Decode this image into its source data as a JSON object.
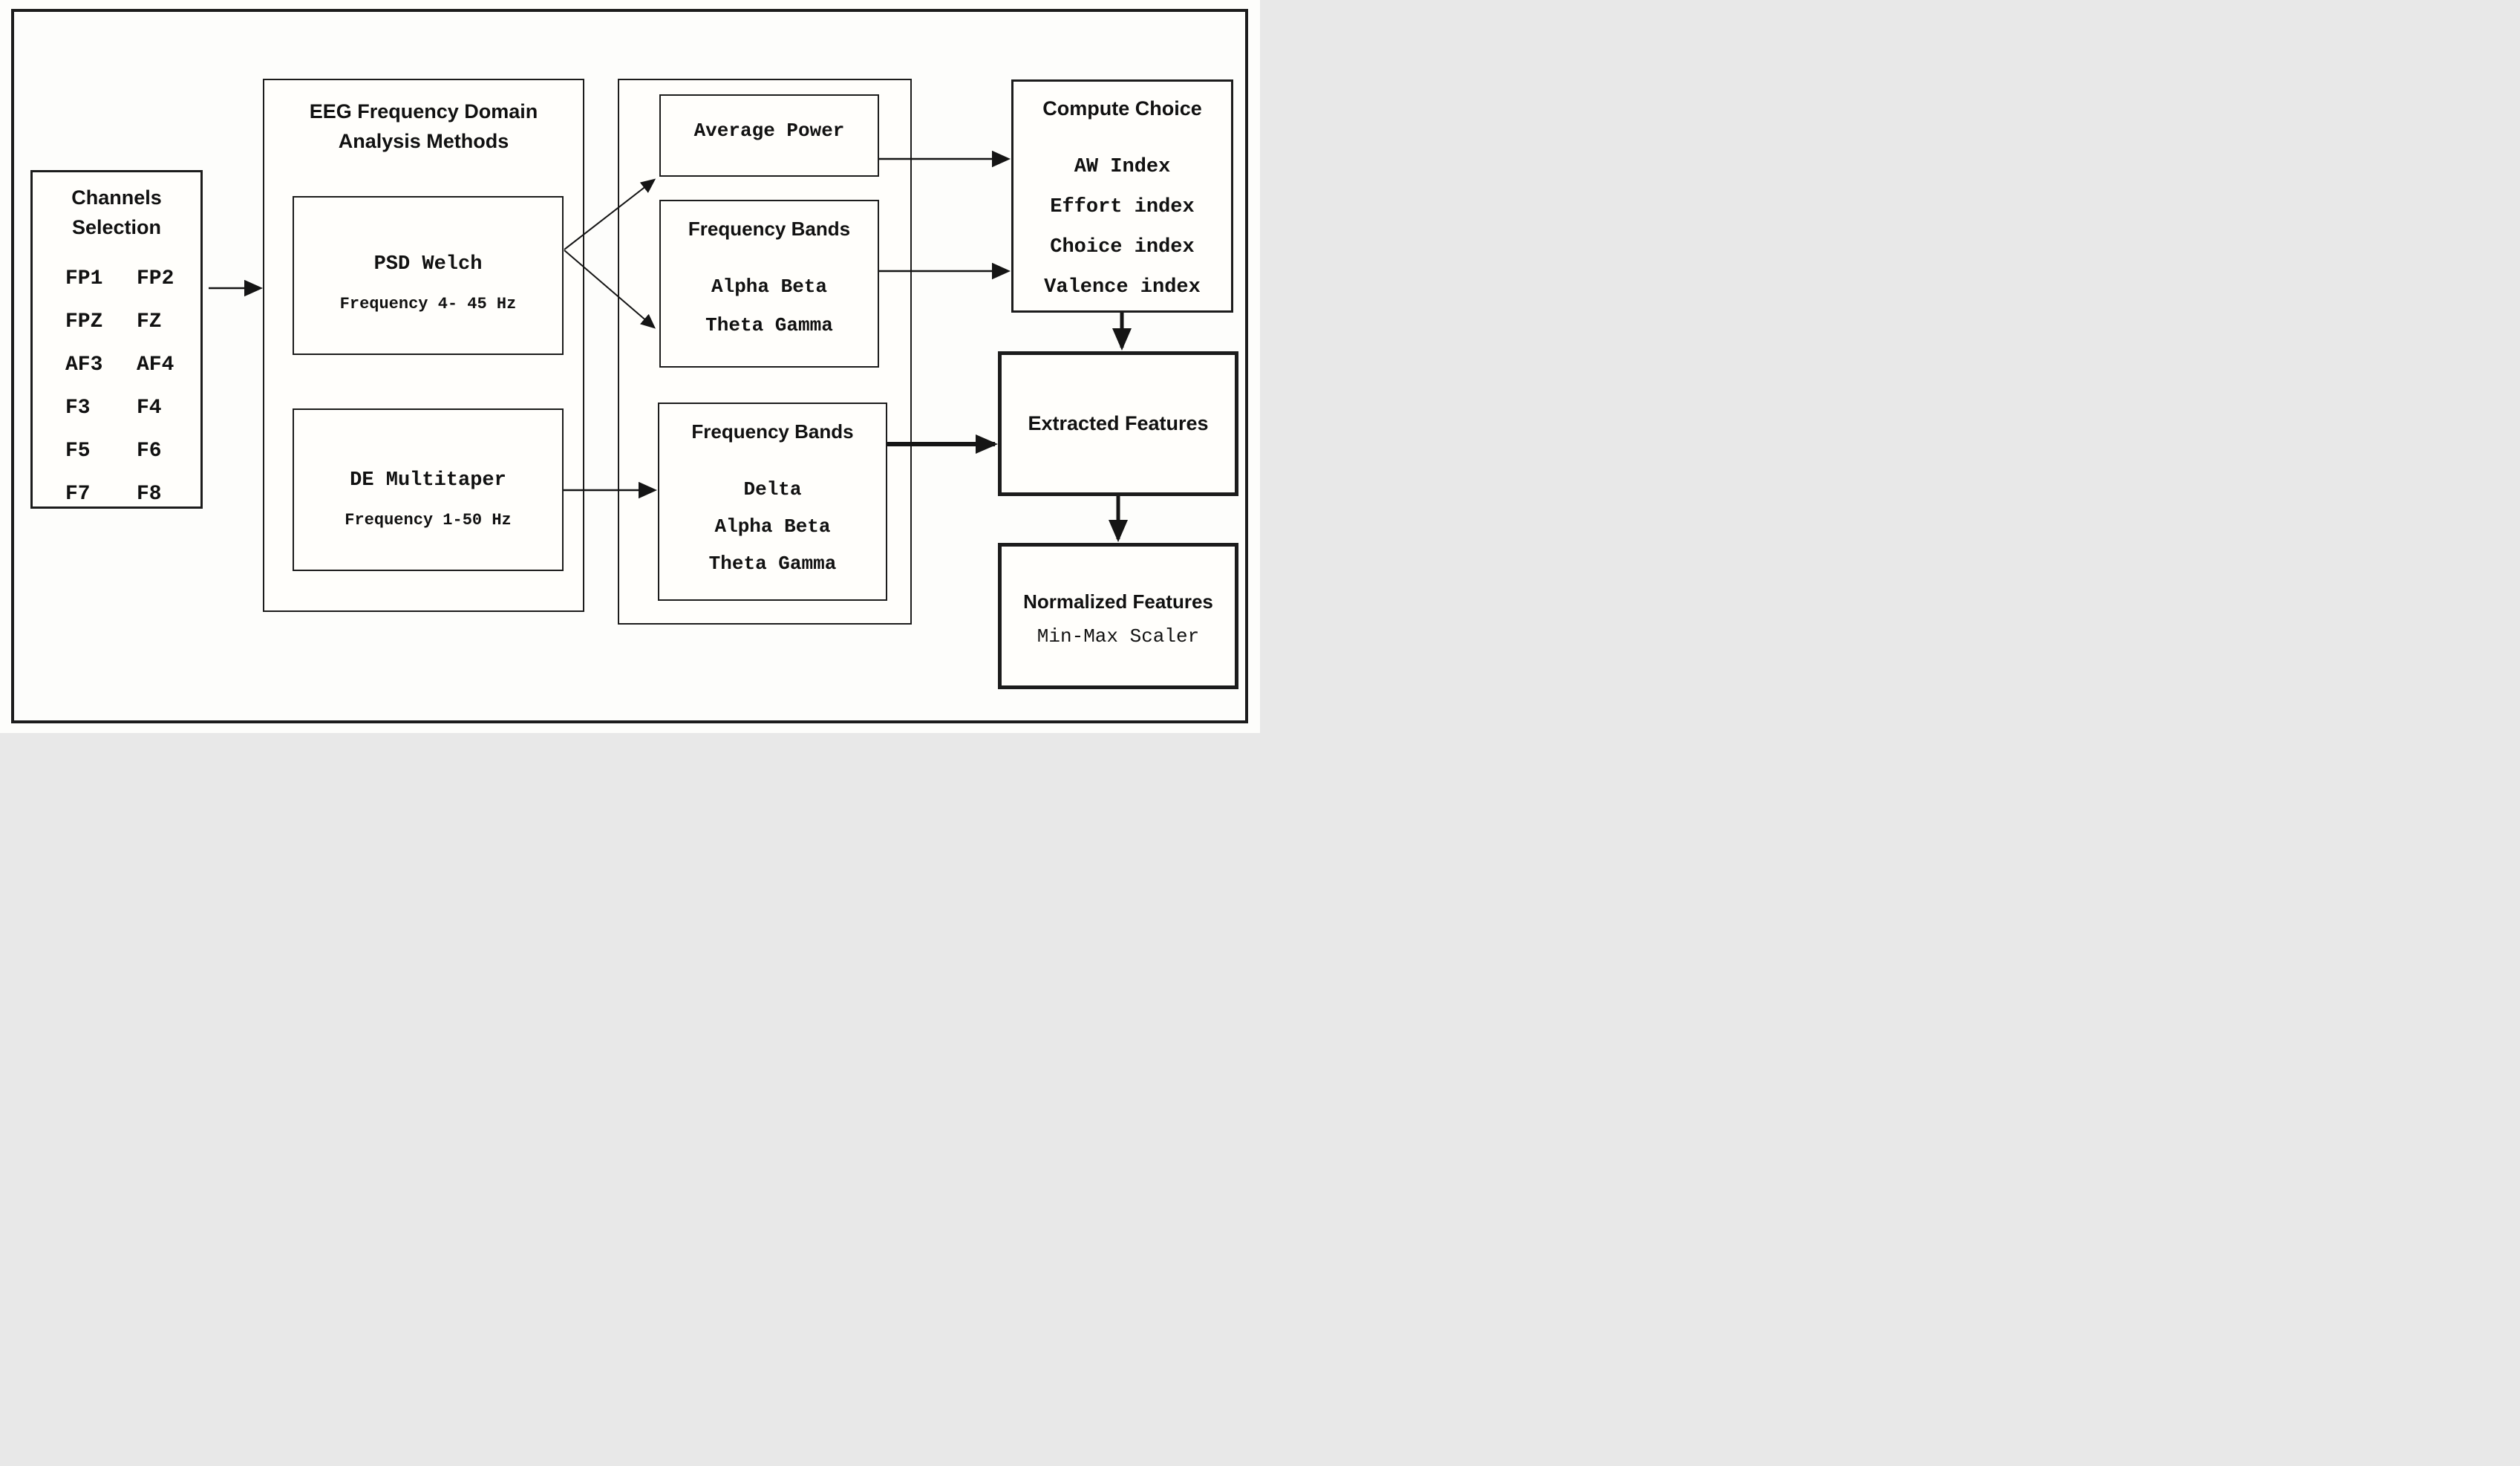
{
  "colors": {
    "ink": "#111111",
    "border": "#1c1c1c",
    "page_bg": "#fdfdfb",
    "box_bg": "#fffefb"
  },
  "channels_box": {
    "title": [
      "Channels",
      "Selection"
    ],
    "pairs": [
      [
        "FP1",
        "FP2"
      ],
      [
        "FPZ",
        "FZ"
      ],
      [
        "AF3",
        "AF4"
      ],
      [
        "F3",
        "F4"
      ],
      [
        "F5",
        "F6"
      ],
      [
        "F7",
        "F8"
      ]
    ]
  },
  "analysis_box": {
    "title": [
      "EEG Frequency Domain",
      "Analysis Methods"
    ],
    "psd_welch": {
      "name": "PSD Welch",
      "range": "Frequency 4- 45 Hz"
    },
    "de_multitaper": {
      "name": "DE Multitaper",
      "range": "Frequency 1-50 Hz"
    }
  },
  "features_column": {
    "average_power": {
      "title": "Average Power"
    },
    "frequency_bands_psd": {
      "title": "Frequency Bands",
      "bands": [
        "Alpha Beta",
        "Theta Gamma"
      ]
    },
    "frequency_bands_de": {
      "title": "Frequency Bands",
      "bands": [
        "Delta",
        "Alpha Beta",
        "Theta Gamma"
      ]
    }
  },
  "compute_choice_box": {
    "title": "Compute Choice",
    "indices": [
      "AW Index",
      "Effort index",
      "Choice index",
      "Valence index"
    ]
  },
  "extracted_features_box": {
    "title": "Extracted Features"
  },
  "normalized_features_box": {
    "title": "Normalized Features",
    "method": "Min-Max Scaler"
  }
}
